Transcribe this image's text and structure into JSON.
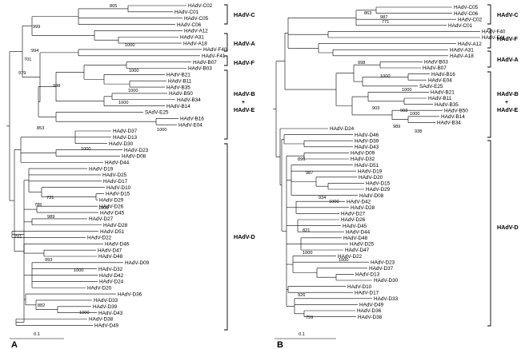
{
  "panels": [
    {
      "panel_label": "A",
      "scale_label": "0.1",
      "tips": [
        "HAdV-C02",
        "HAdV-C01",
        "HAdV-C05",
        "HAdV-C06",
        "HAdV-A12",
        "HAdV-A31",
        "HAdV-A18",
        "HAdV-F40",
        "HAdV-F41",
        "HAdV-B07",
        "HAdV-B03",
        "HAdV-B21",
        "HAdV-B11",
        "HAdV-B35",
        "HAdV-B50",
        "HAdV-B34",
        "HAdV-B14",
        "SAdV-E25",
        "HAdV-B16",
        "HAdV-E04",
        "HAdV-D37",
        "HAdV-D13",
        "HAdV-D30",
        "HAdV-D23",
        "HAdV-D08",
        "HAdV-D44",
        "HAdV-D19",
        "HAdV-D25",
        "HAdV-D17",
        "HAdV-D10",
        "HAdV-D15",
        "HAdV-D29",
        "HAdV-D26",
        "HAdV-D45",
        "HAdV-D27",
        "HAdV-D28",
        "HAdV-D51",
        "HAdV-D22",
        "HAdV-D46",
        "HAdV-D47",
        "HAdV-D48",
        "HAdV-D09",
        "HAdV-D32",
        "HAdV-D42",
        "HAdV-D24",
        "HAdV-D20",
        "HAdV-D36",
        "HAdV-D33",
        "HAdV-D39",
        "HAdV-D43",
        "HAdV-D38",
        "HAdV-D49"
      ],
      "bootstraps": [
        "805",
        "1000",
        "999",
        "1000",
        "994",
        "701",
        "979",
        "998",
        "1000",
        "1000",
        "1000",
        "853",
        "1000",
        "1000",
        "731",
        "785",
        "1000",
        "989",
        "701",
        "993",
        "1000",
        "882",
        "1000"
      ],
      "clades": [
        {
          "label": "HAdV-C"
        },
        {
          "label": "HAdV-A"
        },
        {
          "label": "HAdV-F"
        },
        {
          "label": "HAdV-B",
          "plus": "+",
          "label2": "HAdV-E"
        },
        {
          "label": "HAdV-D"
        }
      ]
    },
    {
      "panel_label": "B",
      "scale_label": "0.1",
      "tips": [
        "HAdV-C05",
        "HAdV-C06",
        "HAdV-C02",
        "HAdV-C01",
        "HAdV-F40",
        "HAdV-F41",
        "HAdV-A12",
        "HAdV-A31",
        "HAdV-A18",
        "HAdV-B03",
        "HAdV-B07",
        "HAdV-B16",
        "HAdV-E04",
        "SAdV-E25",
        "HAdV-B21",
        "HAdV-B11",
        "HAdV-B35",
        "HAdV-B50",
        "HAdV-B14",
        "HAdV-B34",
        "HAdV-D24",
        "HAdV-D46",
        "HAdV-D39",
        "HAdV-D43",
        "HAdV-D09",
        "HAdV-D32",
        "HAdV-D51",
        "HAdV-D19",
        "HAdV-D20",
        "HAdV-D15",
        "HAdV-D29",
        "HAdV-D08",
        "HAdV-D42",
        "HAdV-D28",
        "HAdV-D27",
        "HAdV-D26",
        "HAdV-D45",
        "HAdV-D44",
        "HAdV-D48",
        "HAdV-D25",
        "HAdV-D47",
        "HAdV-D22",
        "HAdV-D23",
        "HAdV-D37",
        "HAdV-D13",
        "HAdV-D30",
        "HAdV-D10",
        "HAdV-D17",
        "HAdV-D33",
        "HAdV-D49",
        "HAdV-D36",
        "HAdV-D38"
      ],
      "bootstraps": [
        "863",
        "987",
        "771",
        "998",
        "1000",
        "1000",
        "1000",
        "903",
        "903",
        "1000",
        "989",
        "938",
        "896",
        "987",
        "934",
        "1000",
        "821",
        "1000",
        "1000",
        "926",
        "759"
      ],
      "clades": [
        {
          "label": "HAdV-C"
        },
        {
          "label": "HAdV-F"
        },
        {
          "label": "HAdV-A"
        },
        {
          "label": "HAdV-B",
          "plus": "+",
          "label2": "HAdV-E"
        },
        {
          "label": "HAdV-D"
        }
      ]
    }
  ]
}
